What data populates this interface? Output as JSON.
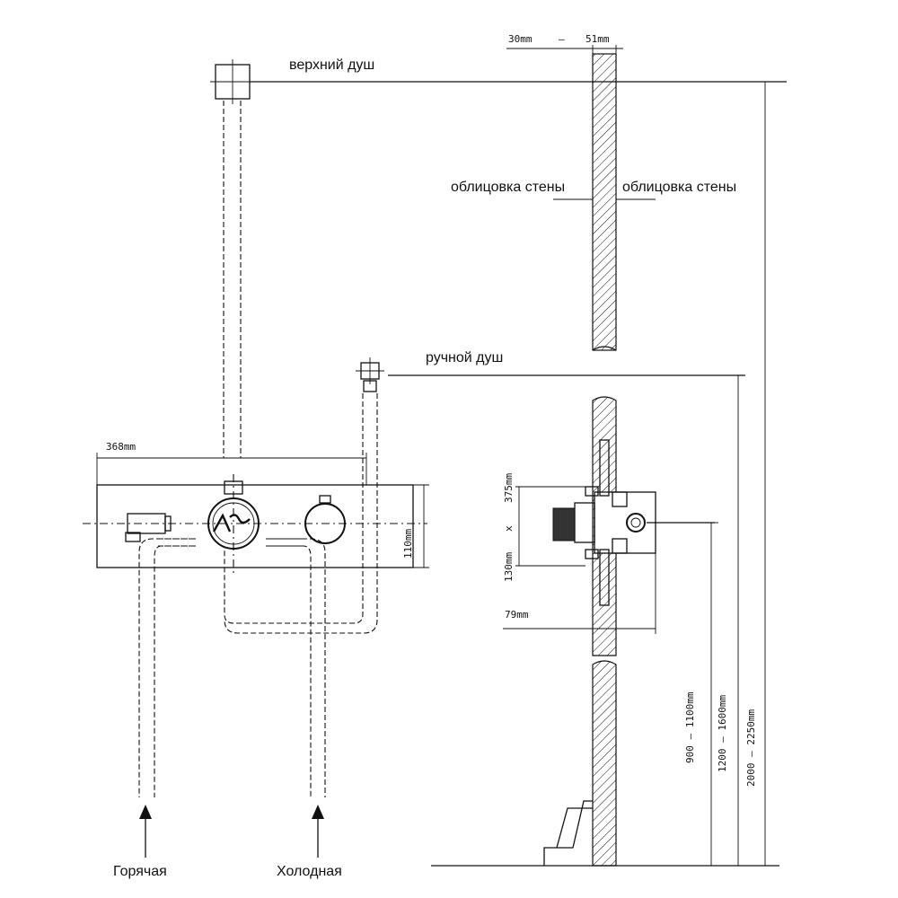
{
  "labels": {
    "top_shower": "верхний душ",
    "hand_shower": "ручной душ",
    "wall_cladding_left": "облицовка стены",
    "wall_cladding_right": "облицовка стены",
    "hot": "Горячая",
    "cold": "Холодная"
  },
  "dimensions": {
    "wall_thickness_min": "30mm",
    "wall_thickness_sep": "—",
    "wall_thickness_max": "51mm",
    "panel_width": "368mm",
    "panel_height": "110mm",
    "box_height": "375mm",
    "box_times": "x",
    "box_width": "130mm",
    "box_depth": "79mm",
    "height_mixer": "900 — 1100mm",
    "height_hand_shower": "1200 — 1600mm",
    "height_top_shower": "2000 — 2250mm"
  },
  "colors": {
    "line": "#111111",
    "background": "#ffffff"
  }
}
